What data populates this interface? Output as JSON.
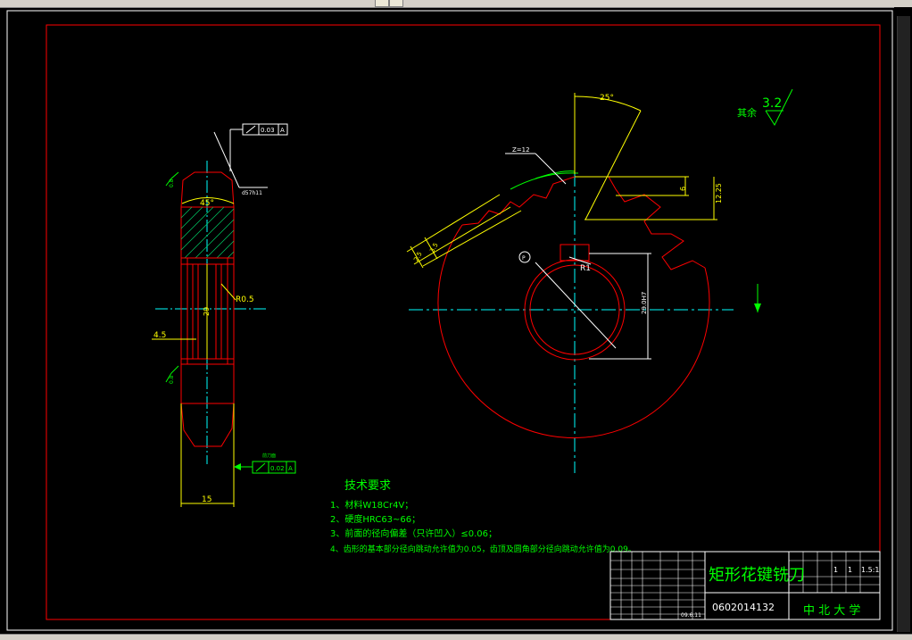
{
  "drawing": {
    "title": "矩形花键铣刀",
    "drawing_number": "0602014132",
    "school": "中 北 大 学",
    "scale": "1.5:1",
    "sheet_total": "1",
    "sheet_no": "1",
    "date": "09.6.11"
  },
  "tech": {
    "heading": "技术要求",
    "items": [
      "1、材料W18Cr4V；",
      "2、硬度HRC63~66；",
      "3、前面的径向偏差（只许凹入）≤0.06；",
      "4、齿形的基本部分径向跳动允许值为0.05，齿顶及圆角部分径向跳动允许值为0.09。"
    ]
  },
  "side_view": {
    "angle_45": "45°",
    "dim_29": "29",
    "dim_4_5": "4.5",
    "dim_15": "15",
    "r05": "R0.5",
    "tol_top": "0.03",
    "tol_bot": "0.02",
    "datum": "A",
    "dia": "d57h11",
    "rough_1": "0.8",
    "rough_2": "0.8",
    "note": "前刀面"
  },
  "front_view": {
    "angle_25": "25°",
    "z_label": "Z=12",
    "dim_6": "6",
    "dim_12_25": "12.25",
    "dim_29_h": "29.0H7",
    "r1": "R1",
    "dim_3_5": "3.5",
    "dim_2_5": "2.5",
    "phi_label": "P"
  },
  "finish": {
    "label": "其余",
    "value": "3.2"
  },
  "colors": {
    "frame": "#ff0000",
    "border": "#ffffff",
    "center": "#00ffff",
    "dim": "#ffff00",
    "text": "#00ff00"
  }
}
